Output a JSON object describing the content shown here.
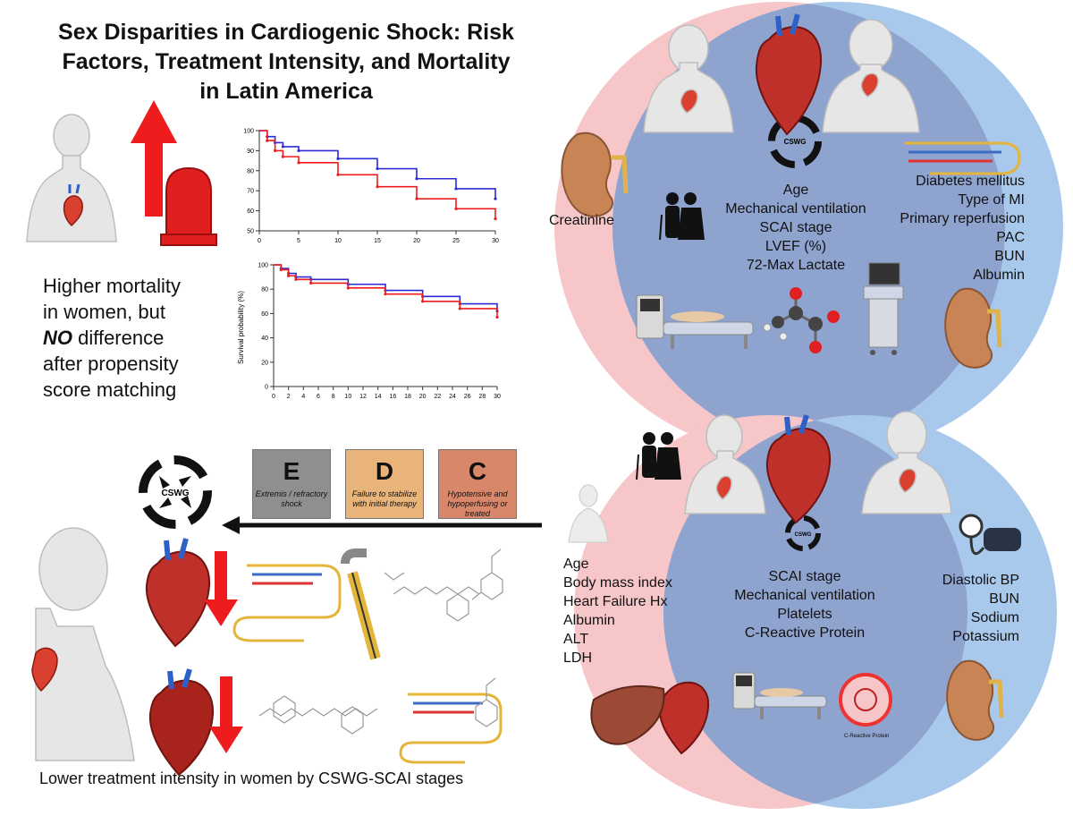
{
  "title": {
    "line1": "Sex Disparities in Cardiogenic Shock: Risk",
    "line2": "Factors, Treatment Intensity, and Mortality",
    "line3": "in Latin America"
  },
  "mortality_text": {
    "line1": "Higher mortality",
    "line2": "in women, but",
    "line3_bold": "NO",
    "line3_rest": " difference",
    "line4": "after propensity",
    "line5": "score matching"
  },
  "footer_text": "Lower treatment intensity in women by CSWG-SCAI stages",
  "stages": [
    {
      "letter": "E",
      "desc": "Extremis / refractory shock",
      "color": "#8f8f8f"
    },
    {
      "letter": "D",
      "desc": "Failure to stabilize with initial therapy",
      "color": "#e8b47a"
    },
    {
      "letter": "C",
      "desc": "Hypotensive and hypoperfusing or treated",
      "color": "#d9876a"
    }
  ],
  "cswg_label": "CSWG",
  "crp_caption": "C-Reactive Protein",
  "venn_top": {
    "women_only": [
      "Creatinine"
    ],
    "shared": [
      "Age",
      "Mechanical ventilation",
      "SCAI stage",
      "LVEF (%)",
      "72-Max Lactate"
    ],
    "men_only": [
      "Diabetes mellitus",
      "Type of MI",
      "Primary reperfusion",
      "PAC",
      "BUN",
      "Albumin"
    ]
  },
  "venn_bottom": {
    "women_only": [
      "Age",
      "Body mass index",
      "Heart Failure Hx",
      "Albumin",
      "ALT",
      "LDH"
    ],
    "shared": [
      "SCAI stage",
      "Mechanical ventilation",
      "Platelets",
      "C-Reactive Protein"
    ],
    "men_only": [
      "Diastolic BP",
      "BUN",
      "Sodium",
      "Potassium"
    ]
  },
  "colors": {
    "women": "#f6c6c9",
    "men": "#a9c9ec",
    "overlap": "#8fa3cf",
    "red": "#ee1c1c",
    "blue": "#2b2bdc"
  },
  "chart_data": [
    {
      "type": "line",
      "title": "",
      "xlabel": "",
      "ylabel": "",
      "x_ticks": [
        0,
        5,
        10,
        15,
        20,
        25,
        30
      ],
      "y_ticks": [
        50,
        60,
        70,
        80,
        90,
        100
      ],
      "ylim": [
        50,
        100
      ],
      "xlim": [
        0,
        30
      ],
      "x": [
        0,
        1,
        2,
        3,
        5,
        10,
        15,
        20,
        25,
        30
      ],
      "series": [
        {
          "values": [
            100,
            97,
            94,
            92,
            90,
            86,
            81,
            76,
            71,
            66
          ],
          "color": "#2b2bdc"
        },
        {
          "values": [
            100,
            95,
            90,
            87,
            84,
            78,
            72,
            66,
            61,
            56
          ],
          "color": "#ee1c1c"
        }
      ]
    },
    {
      "type": "line",
      "title": "",
      "xlabel": "",
      "ylabel": "Survival probability (%)",
      "x_ticks": [
        0,
        2,
        4,
        6,
        8,
        10,
        12,
        14,
        16,
        18,
        20,
        22,
        24,
        26,
        28,
        30
      ],
      "y_ticks": [
        0,
        20,
        40,
        60,
        80,
        100
      ],
      "ylim": [
        0,
        100
      ],
      "xlim": [
        0,
        30
      ],
      "x": [
        0,
        1,
        2,
        3,
        5,
        10,
        15,
        20,
        25,
        30
      ],
      "series": [
        {
          "values": [
            100,
            97,
            93,
            90,
            88,
            84,
            79,
            74,
            68,
            62
          ],
          "color": "#2b2bdc"
        },
        {
          "values": [
            100,
            96,
            91,
            88,
            85,
            81,
            76,
            70,
            64,
            57
          ],
          "color": "#ee1c1c"
        }
      ]
    }
  ]
}
